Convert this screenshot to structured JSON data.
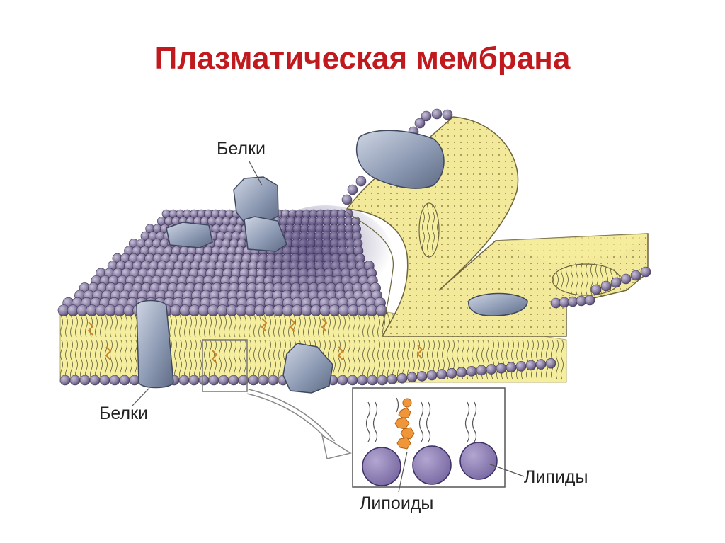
{
  "slide": {
    "title": "Плазматическая мембрана",
    "title_color": "#c0191e"
  },
  "labels": {
    "proteins_top": "Белки",
    "proteins_bottom": "Белки",
    "lipids": "Липиды",
    "lipoids": "Липоиды"
  },
  "colors": {
    "lipid_head": "#8a7fa3",
    "membrane_fill": "#f3e99a",
    "protein": "#8e9bb4",
    "cholesterol": "#e8963a"
  }
}
